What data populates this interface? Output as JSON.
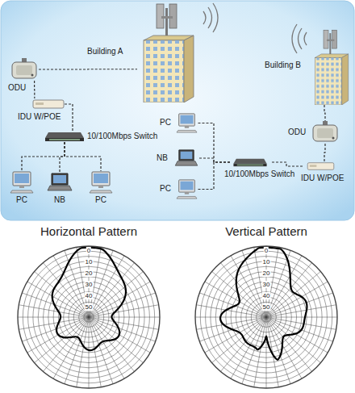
{
  "diagram": {
    "nodes": [
      {
        "text": [
          "Building A"
        ]
      },
      {
        "text": [
          "Building B"
        ]
      },
      {
        "text": [
          "ODU"
        ]
      },
      {
        "text": [
          "IDU W/POE"
        ]
      },
      {
        "text": [
          "10/100Mbps Switch"
        ]
      },
      {
        "text": [
          "PC"
        ]
      },
      {
        "text": [
          "NB"
        ]
      },
      {
        "text": [
          "PC"
        ]
      },
      {
        "text": [
          "PC"
        ]
      },
      {
        "text": [
          "NB"
        ]
      },
      {
        "text": [
          "PC"
        ]
      },
      {
        "text": [
          "10/100Mbps Switch"
        ]
      },
      {
        "text": [
          "IDU W/POE"
        ]
      },
      {
        "text": [
          "ODU"
        ]
      }
    ],
    "edges": [
      {
        "from": 2,
        "to": 0,
        "arrow": "none"
      },
      {
        "from": 2,
        "to": 3,
        "arrow": "none"
      },
      {
        "from": 3,
        "to": 4,
        "arrow": "none"
      },
      {
        "from": 4,
        "to": 5,
        "arrow": "none"
      },
      {
        "from": 4,
        "to": 6,
        "arrow": "none"
      },
      {
        "from": 4,
        "to": 7,
        "arrow": "none"
      },
      {
        "from": 1,
        "to": 13,
        "arrow": "none"
      },
      {
        "from": 13,
        "to": 12,
        "arrow": "none"
      },
      {
        "from": 12,
        "to": 11,
        "arrow": "none"
      },
      {
        "from": 11,
        "to": 8,
        "arrow": "none"
      },
      {
        "from": 11,
        "to": 9,
        "arrow": "none"
      },
      {
        "from": 11,
        "to": 10,
        "arrow": "none"
      }
    ],
    "labels": [
      "Horizontal Pattern",
      "Vertical Pattern",
      "0",
      "10",
      "20",
      "30",
      "40",
      "50",
      "0",
      "10",
      "20",
      "30",
      "40",
      "50"
    ]
  }
}
